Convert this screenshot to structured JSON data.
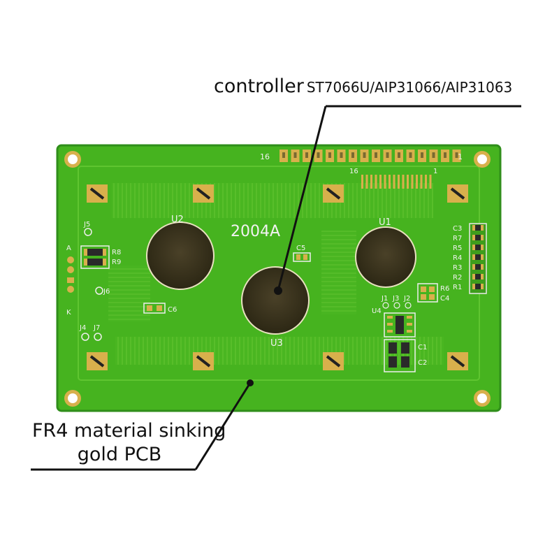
{
  "callouts": {
    "controller_word": "controller",
    "controller_models": "ST7066U/AIP31066/AIP31063",
    "pcb_line1": "FR4 material sinking",
    "pcb_line2": "gold PCB"
  },
  "silkscreen": {
    "model": "2004A",
    "chips": [
      "U1",
      "U2",
      "U3",
      "U4"
    ],
    "pin_start": "16",
    "pin_end": "1",
    "connector_start": "16",
    "connector_end": "1",
    "right_parts": [
      "C3",
      "R7",
      "R5",
      "R4",
      "R3",
      "R2",
      "R1"
    ],
    "left_parts": [
      "R8",
      "R9",
      "J5",
      "J6",
      "C6",
      "J4",
      "J7",
      "C5"
    ],
    "misc_parts": [
      "R6",
      "C4",
      "J1",
      "J3",
      "J2",
      "C1",
      "C2",
      "A",
      "K"
    ]
  },
  "colors": {
    "pcb_green": "#46b31f",
    "pcb_edge": "#2f8e1a",
    "trace_light": "#6fcb3a",
    "gold": "#d8b04c",
    "chip_blob": "#3a3320",
    "line": "#111111"
  }
}
